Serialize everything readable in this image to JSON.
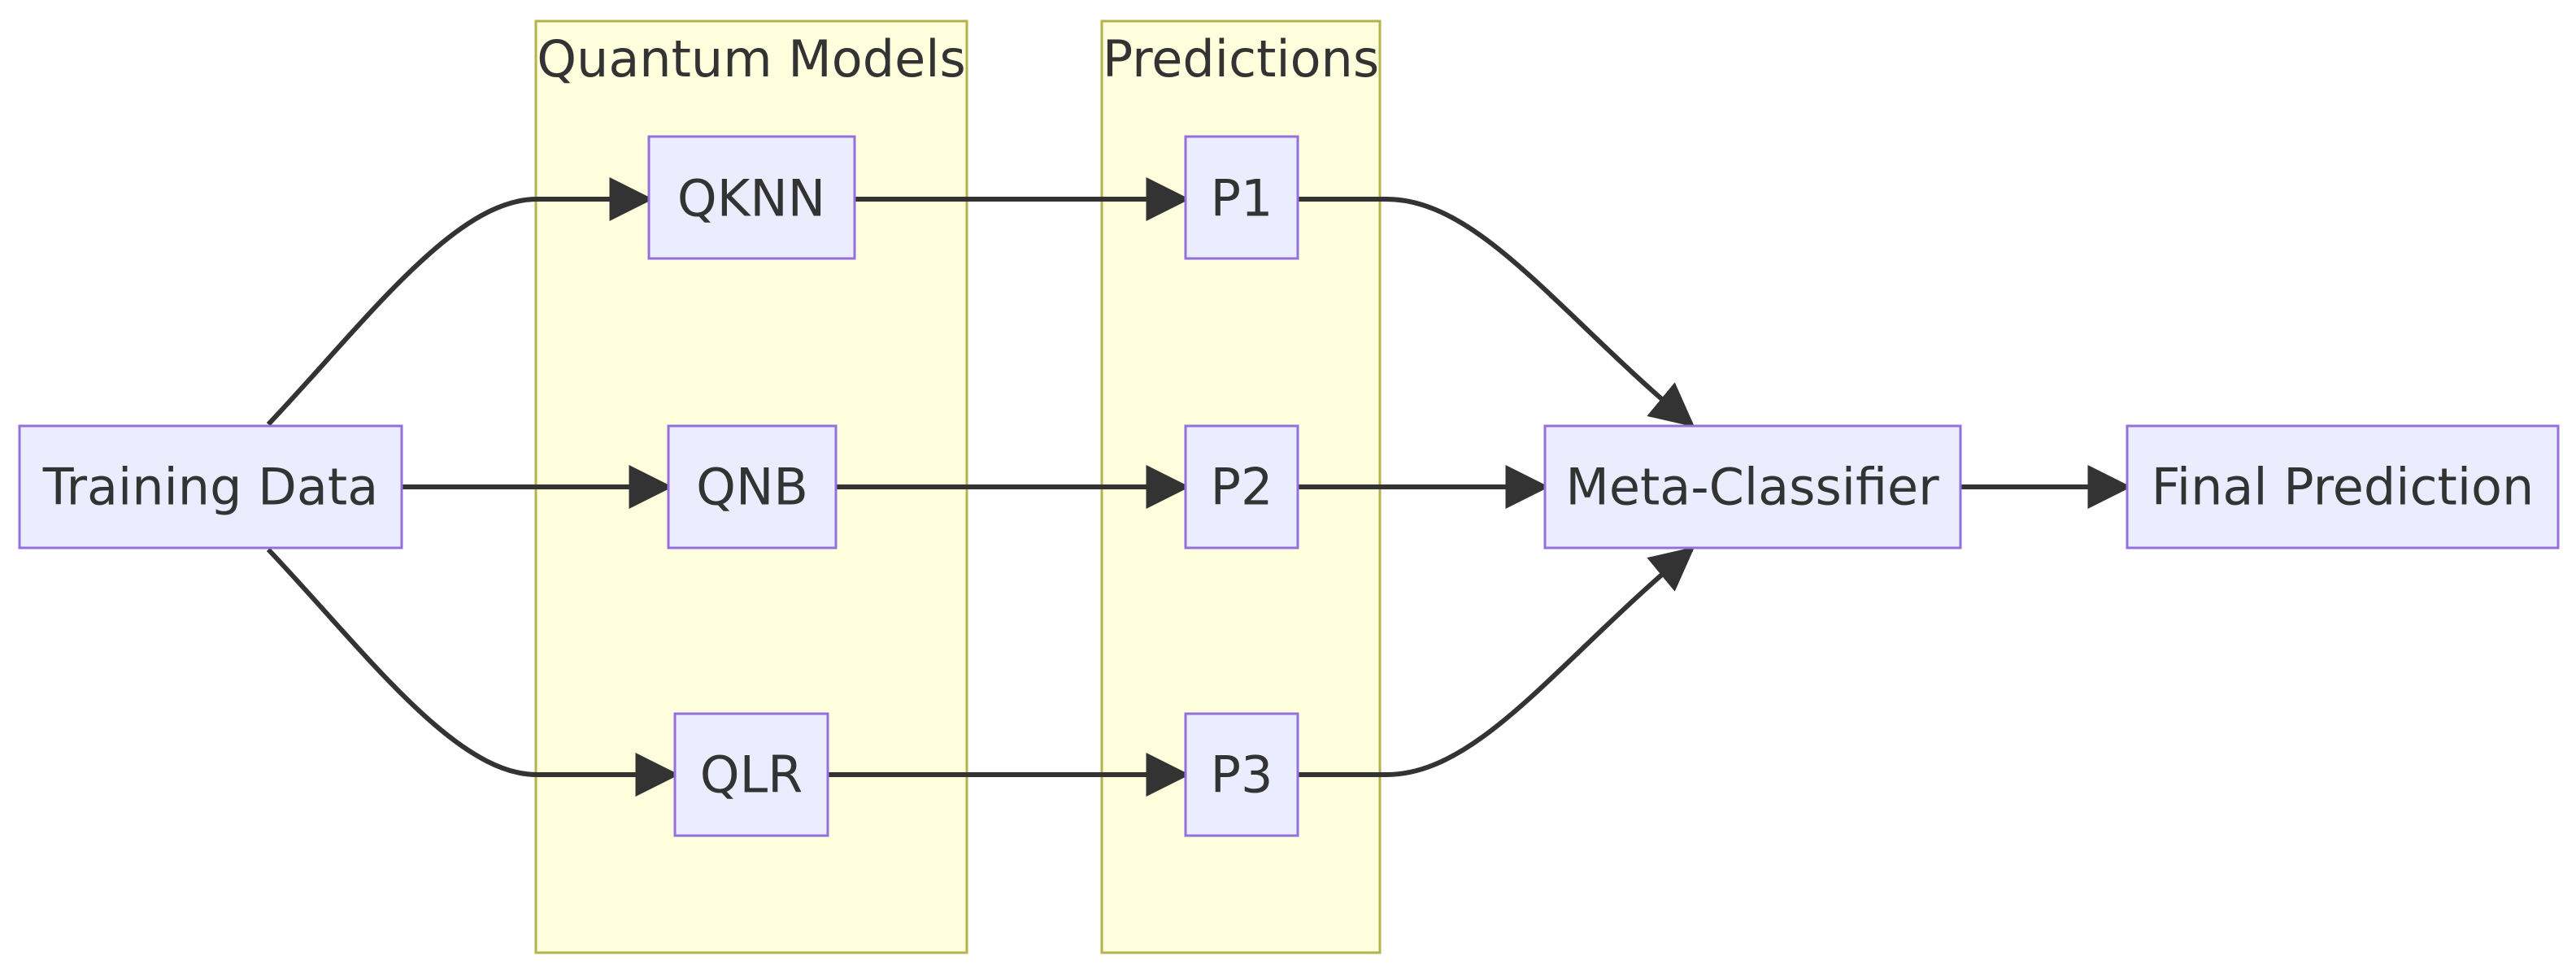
{
  "clusters": {
    "models": "Quantum Models",
    "predictions": "Predictions"
  },
  "nodes": {
    "training_data": "Training Data",
    "qknn": "QKNN",
    "qnb": "QNB",
    "qlr": "QLR",
    "p1": "P1",
    "p2": "P2",
    "p3": "P3",
    "meta_classifier": "Meta-Classifier",
    "final_prediction": "Final Prediction"
  },
  "colors": {
    "cluster_fill": "#ffffde",
    "cluster_stroke": "#b3b349",
    "node_fill": "#ececff",
    "node_stroke": "#9370db",
    "edge": "#333333",
    "text": "#333333"
  },
  "edges": [
    {
      "from": "training_data",
      "to": "qknn"
    },
    {
      "from": "training_data",
      "to": "qnb"
    },
    {
      "from": "training_data",
      "to": "qlr"
    },
    {
      "from": "qknn",
      "to": "p1"
    },
    {
      "from": "qnb",
      "to": "p2"
    },
    {
      "from": "qlr",
      "to": "p3"
    },
    {
      "from": "p1",
      "to": "meta_classifier"
    },
    {
      "from": "p2",
      "to": "meta_classifier"
    },
    {
      "from": "p3",
      "to": "meta_classifier"
    },
    {
      "from": "meta_classifier",
      "to": "final_prediction"
    }
  ]
}
